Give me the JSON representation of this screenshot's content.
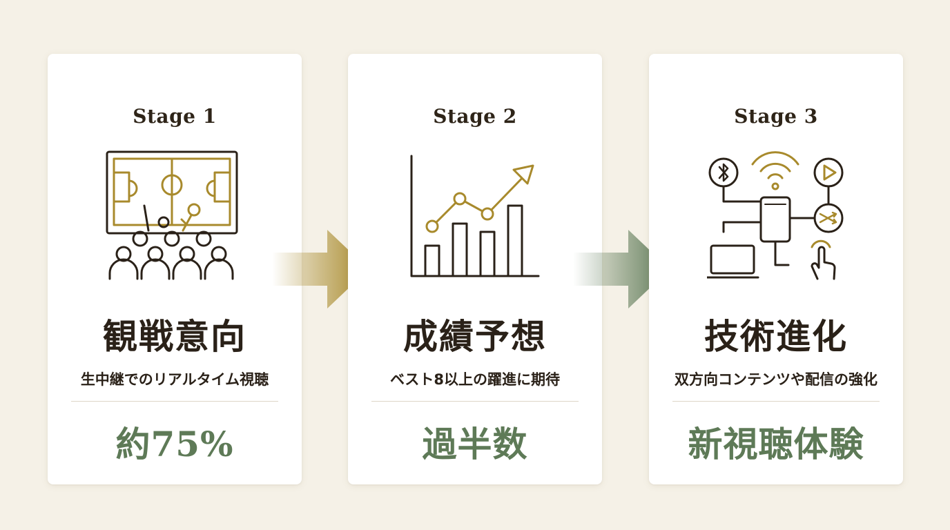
{
  "colors": {
    "background": "#f5f1e7",
    "card": "#ffffff",
    "gold": "#a88a2c",
    "green": "#5e7a57",
    "dark": "#2a2118"
  },
  "stages": [
    {
      "label": "Stage 1",
      "icon": "stadium-viewers-icon",
      "title": "観戦意向",
      "description": "生中継でのリアルタイム視聴",
      "value": "約75%"
    },
    {
      "label": "Stage 2",
      "icon": "growth-chart-icon",
      "title": "成績予想",
      "description": "ベスト8以上の躍進に期待",
      "value": "過半数"
    },
    {
      "label": "Stage 3",
      "icon": "connected-devices-icon",
      "title": "技術進化",
      "description": "双方向コンテンツや配信の強化",
      "value": "新視聴体験"
    }
  ]
}
